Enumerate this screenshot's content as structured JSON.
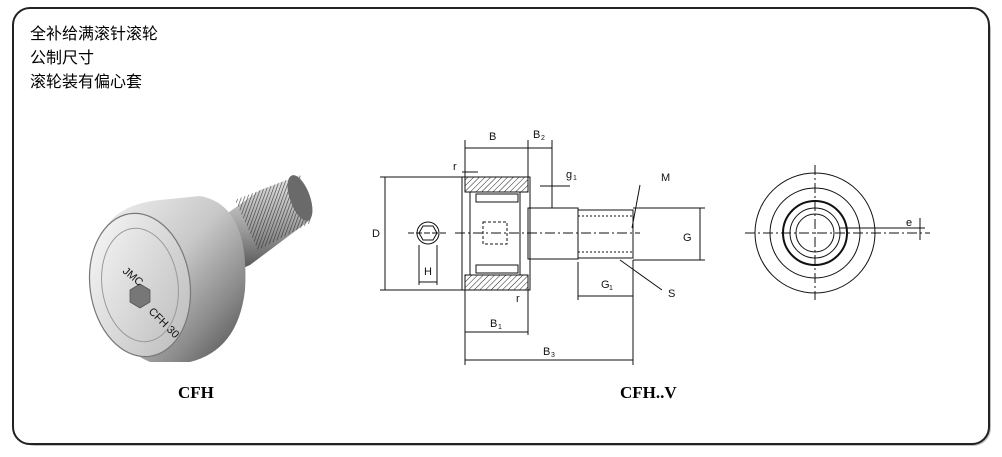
{
  "title_lines": [
    "全补给满滚针滚轮",
    "公制尺寸",
    "滚轮装有偏心套"
  ],
  "captions": {
    "left": "CFH",
    "right": "CFH..V"
  },
  "product_marking": {
    "line1": "JMC",
    "line2": "CFH 30"
  },
  "dimension_labels": {
    "B": "B",
    "B2": "B",
    "B2_sub": "2",
    "r_top": "r",
    "r_bottom": "r",
    "g1": "g",
    "g1_sub": "1",
    "M": "M",
    "D": "D",
    "H": "H",
    "G": "G",
    "G1": "G",
    "G1_sub": "1",
    "S": "S",
    "B1": "B",
    "B1_sub": "1",
    "B3": "B",
    "B3_sub": "3",
    "e": "e"
  }
}
